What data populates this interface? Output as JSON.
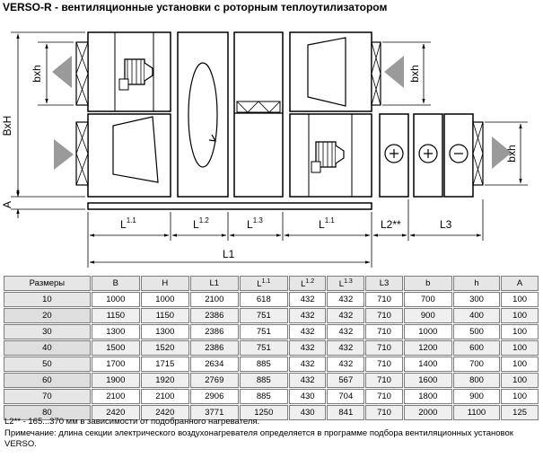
{
  "title": "VERSO-R - вентиляционные установки с роторным теплоутилизатором",
  "drawing": {
    "labels": {
      "bxh_top": "bxh",
      "bxh_right": "bxh",
      "BxH": "BxH",
      "A": "A",
      "L1": "L1",
      "L2": "L2**",
      "L3": "L3",
      "L11_base": "L",
      "L11_sup": "1.1",
      "L12_base": "L",
      "L12_sup": "1.2",
      "L13_base": "L",
      "L13_sup": "1.3",
      "L11b_base": "L",
      "L11b_sup": "1.1"
    }
  },
  "table": {
    "headers": [
      {
        "base": "Размеры",
        "sup": ""
      },
      {
        "base": "B",
        "sup": ""
      },
      {
        "base": "H",
        "sup": ""
      },
      {
        "base": "L1",
        "sup": ""
      },
      {
        "base": "L",
        "sup": "1.1"
      },
      {
        "base": "L",
        "sup": "1.2"
      },
      {
        "base": "L",
        "sup": "1.3"
      },
      {
        "base": "L3",
        "sup": ""
      },
      {
        "base": "b",
        "sup": ""
      },
      {
        "base": "h",
        "sup": ""
      },
      {
        "base": "A",
        "sup": ""
      }
    ],
    "rows": [
      [
        "10",
        "1000",
        "1000",
        "2100",
        "618",
        "432",
        "432",
        "710",
        "700",
        "300",
        "100"
      ],
      [
        "20",
        "1150",
        "1150",
        "2386",
        "751",
        "432",
        "432",
        "710",
        "900",
        "400",
        "100"
      ],
      [
        "30",
        "1300",
        "1300",
        "2386",
        "751",
        "432",
        "432",
        "710",
        "1000",
        "500",
        "100"
      ],
      [
        "40",
        "1500",
        "1520",
        "2386",
        "751",
        "432",
        "432",
        "710",
        "1200",
        "600",
        "100"
      ],
      [
        "50",
        "1700",
        "1715",
        "2634",
        "885",
        "432",
        "432",
        "710",
        "1400",
        "700",
        "100"
      ],
      [
        "60",
        "1900",
        "1920",
        "2769",
        "885",
        "432",
        "567",
        "710",
        "1600",
        "800",
        "100"
      ],
      [
        "70",
        "2100",
        "2100",
        "2906",
        "885",
        "430",
        "704",
        "710",
        "1800",
        "900",
        "100"
      ],
      [
        "80",
        "2420",
        "2420",
        "3771",
        "1250",
        "430",
        "841",
        "710",
        "2000",
        "1100",
        "125"
      ]
    ]
  },
  "notes": [
    "L2** - 165...370 мм в зависимости от подобранного нагревателя.",
    "Примечание: длина секции электрического воздухонагревателя определяется в программе подбора вентиляционных установок VERSO."
  ]
}
